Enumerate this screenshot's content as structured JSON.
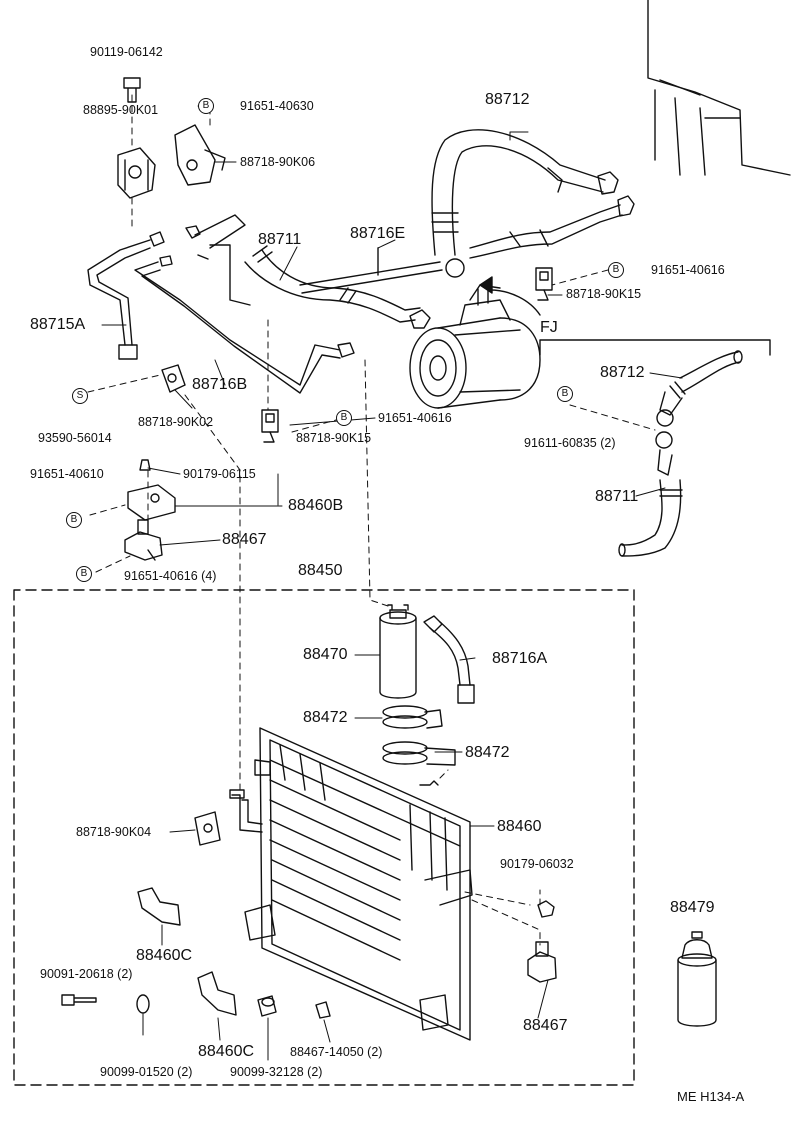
{
  "parts": {
    "p90119_06142": "90119-06142",
    "p88895_90K01": "88895-90K01",
    "p91651_40630": "91651-40630",
    "p88718_90K06": "88718-90K06",
    "p88712_top": "88712",
    "p88711_top": "88711",
    "p88716E": "88716E",
    "p91651_40616_a": "91651-40616",
    "p88718_90K15_a": "88718-90K15",
    "p88715A": "88715A",
    "p88716B": "88716B",
    "p88718_90K02": "88718-90K02",
    "p93590_56014": "93590-56014",
    "p91651_40616_b": "91651-40616",
    "p88718_90K15_b": "88718-90K15",
    "p88712_right": "88712",
    "p91611_60835": "91611-60835 (2)",
    "p88711_right": "88711",
    "p91651_40610": "91651-40610",
    "p90179_06115": "90179-06115",
    "p88460B": "88460B",
    "p88467_left": "88467",
    "p91651_40616_4": "91651-40616 (4)",
    "p88450": "88450",
    "p88470": "88470",
    "p88716A": "88716A",
    "p88472_a": "88472",
    "p88472_b": "88472",
    "p88460": "88460",
    "p88718_90K04": "88718-90K04",
    "p90179_06032": "90179-06032",
    "p88460C_a": "88460C",
    "p90091_20618": "90091-20618 (2)",
    "p88460C_b": "88460C",
    "p90099_01520": "90099-01520 (2)",
    "p90099_32128": "90099-32128 (2)",
    "p88467_14050": "88467-14050 (2)",
    "p88467_right": "88467",
    "p88479": "88479"
  },
  "markers": {
    "bolt_b": "B",
    "bolt_s": "S",
    "engine_code": "FJ"
  },
  "footer": {
    "code": "ME  H134-A"
  }
}
